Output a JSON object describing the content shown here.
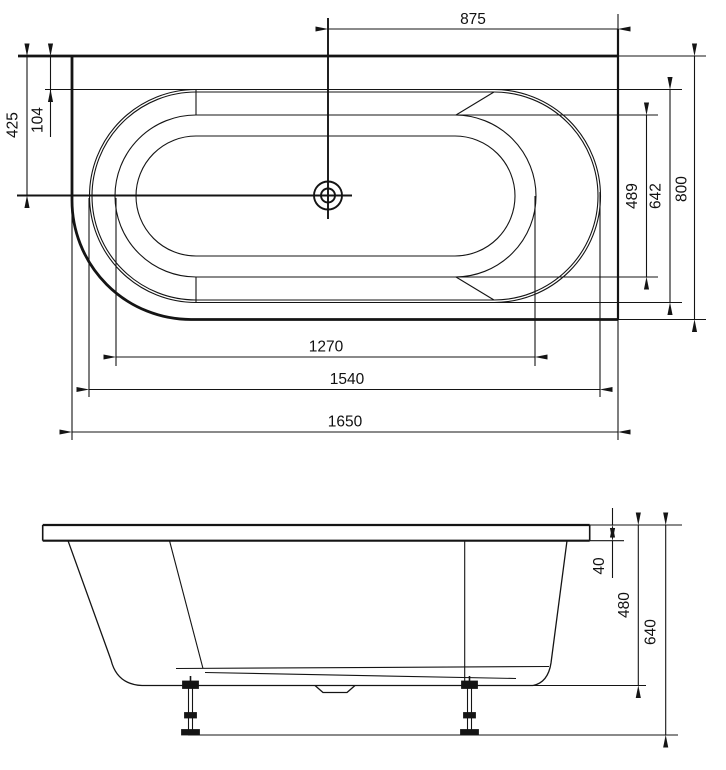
{
  "plan_view": {
    "dim_center_to_right": "875",
    "dim_edge_to_center": "425",
    "dim_rim_width": "104",
    "dim_inner_basin_width": "489",
    "dim_basin_width": "642",
    "dim_overall_width": "800",
    "dim_inner_basin_length": "1270",
    "dim_basin_length": "1540",
    "dim_overall_length": "1650"
  },
  "side_view": {
    "dim_rim_thickness": "40",
    "dim_shell_height": "480",
    "dim_overall_height": "640"
  },
  "colors": {
    "line": "#141414",
    "background": "#ffffff"
  }
}
